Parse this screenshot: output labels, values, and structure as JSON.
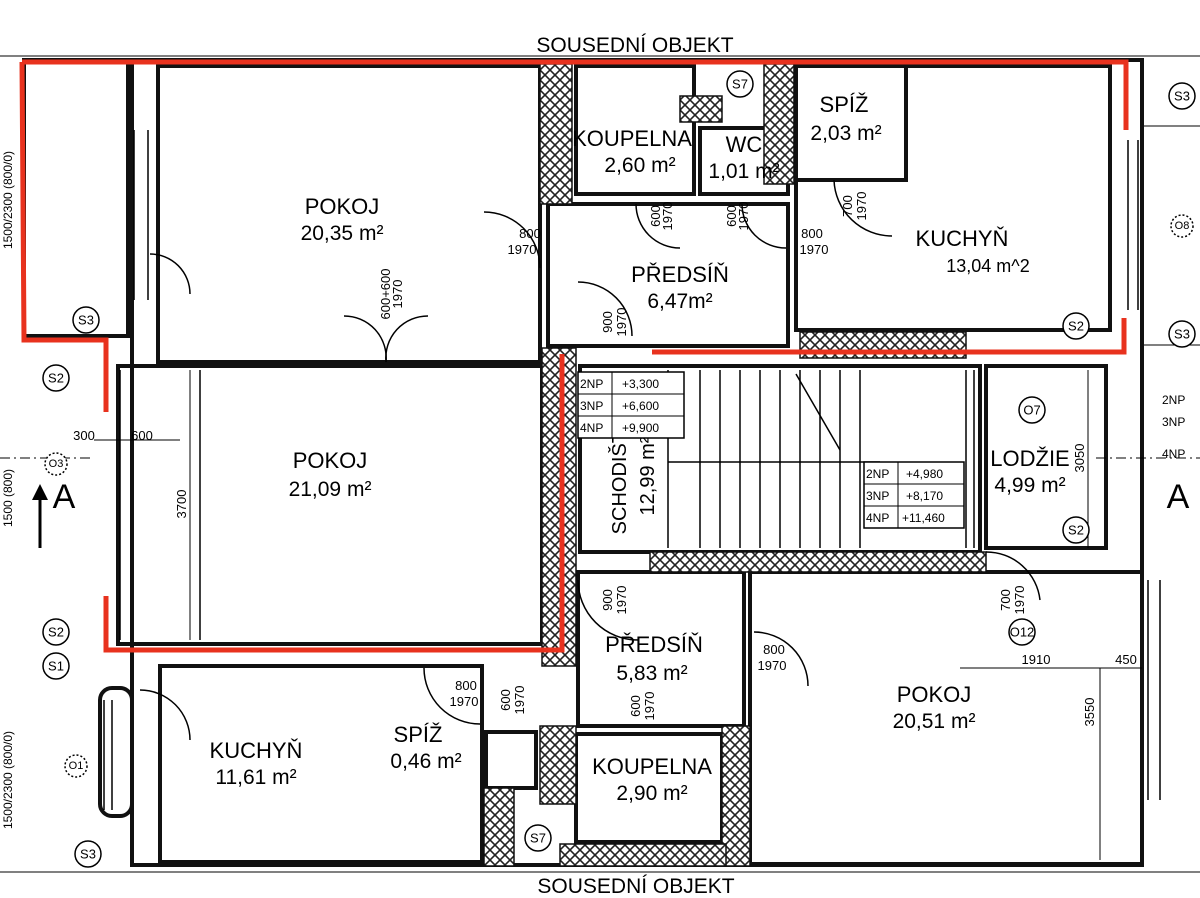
{
  "neighbor": {
    "top": "SOUSEDNÍ OBJEKT",
    "bottom": "SOUSEDNÍ OBJEKT"
  },
  "section_mark": "A",
  "rooms": [
    {
      "id": "pokoj1",
      "name": "POKOJ",
      "area": "20,35 m²"
    },
    {
      "id": "koupelna1",
      "name": "KOUPELNA",
      "area": "2,60 m²"
    },
    {
      "id": "wc",
      "name": "WC",
      "area": "1,01 m²"
    },
    {
      "id": "spiz1",
      "name": "SPÍŽ",
      "area": "2,03 m²"
    },
    {
      "id": "kuchyn1",
      "name": "KUCHYŇ",
      "area": "13,04 m^2"
    },
    {
      "id": "predsin1",
      "name": "PŘEDSÍŇ",
      "area": "6,47m²"
    },
    {
      "id": "pokoj2",
      "name": "POKOJ",
      "area": "21,09 m²"
    },
    {
      "id": "schodiste",
      "name": "SCHODIŠTĚ",
      "area": "12,99 m²"
    },
    {
      "id": "lodzie",
      "name": "LODŽIE",
      "area": "4,99 m²"
    },
    {
      "id": "predsin2",
      "name": "PŘEDSÍŇ",
      "area": "5,83 m²"
    },
    {
      "id": "pokoj3",
      "name": "POKOJ",
      "area": "20,51 m²"
    },
    {
      "id": "kuchyn2",
      "name": "KUCHYŇ",
      "area": "11,61 m²"
    },
    {
      "id": "spiz2",
      "name": "SPÍŽ",
      "area": "0,46 m²"
    },
    {
      "id": "koupelna2",
      "name": "KOUPELNA",
      "area": "2,90 m²"
    }
  ],
  "levels_left": [
    {
      "floor": "2NP",
      "height": "+3,300"
    },
    {
      "floor": "3NP",
      "height": "+6,600"
    },
    {
      "floor": "4NP",
      "height": "+9,900"
    }
  ],
  "levels_right": [
    {
      "floor": "2NP",
      "height": "+4,980"
    },
    {
      "floor": "3NP",
      "height": "+8,170"
    },
    {
      "floor": "4NP",
      "height": "+11,460"
    }
  ],
  "levels_edge": [
    "2NP",
    "3NP",
    "4NP"
  ],
  "doors": [
    {
      "w": "800",
      "h": "1970"
    },
    {
      "w": "600+600",
      "h": "1970"
    },
    {
      "w": "600",
      "h": "1970"
    },
    {
      "w": "600",
      "h": "1970"
    },
    {
      "w": "800",
      "h": "1970"
    },
    {
      "w": "700",
      "h": "1970"
    },
    {
      "w": "900",
      "h": "1970"
    },
    {
      "w": "900",
      "h": "1970"
    },
    {
      "w": "800",
      "h": "1970"
    },
    {
      "w": "700",
      "h": "1970"
    },
    {
      "w": "800",
      "h": "1970"
    },
    {
      "w": "600",
      "h": "1970"
    },
    {
      "w": "600",
      "h": "1970"
    }
  ],
  "dimensions": {
    "d300": "300",
    "d600": "600",
    "d3700": "3700",
    "d3050": "3050",
    "d1910": "1910",
    "d450": "450",
    "d3550": "3550"
  },
  "side_dims": {
    "top": "1500/2300 (800/0)",
    "mid": "1500 (800)",
    "bottom": "1500/2300 (800/0)"
  },
  "tags": [
    "S3",
    "S3",
    "S3",
    "S3",
    "S2",
    "S2",
    "S2",
    "S2",
    "S1",
    "S7",
    "S7",
    "O7",
    "O12",
    "O3",
    "O8",
    "O1"
  ],
  "colors": {
    "outline": "#e8321e",
    "wall": "#111111",
    "hatch": "#333333"
  }
}
